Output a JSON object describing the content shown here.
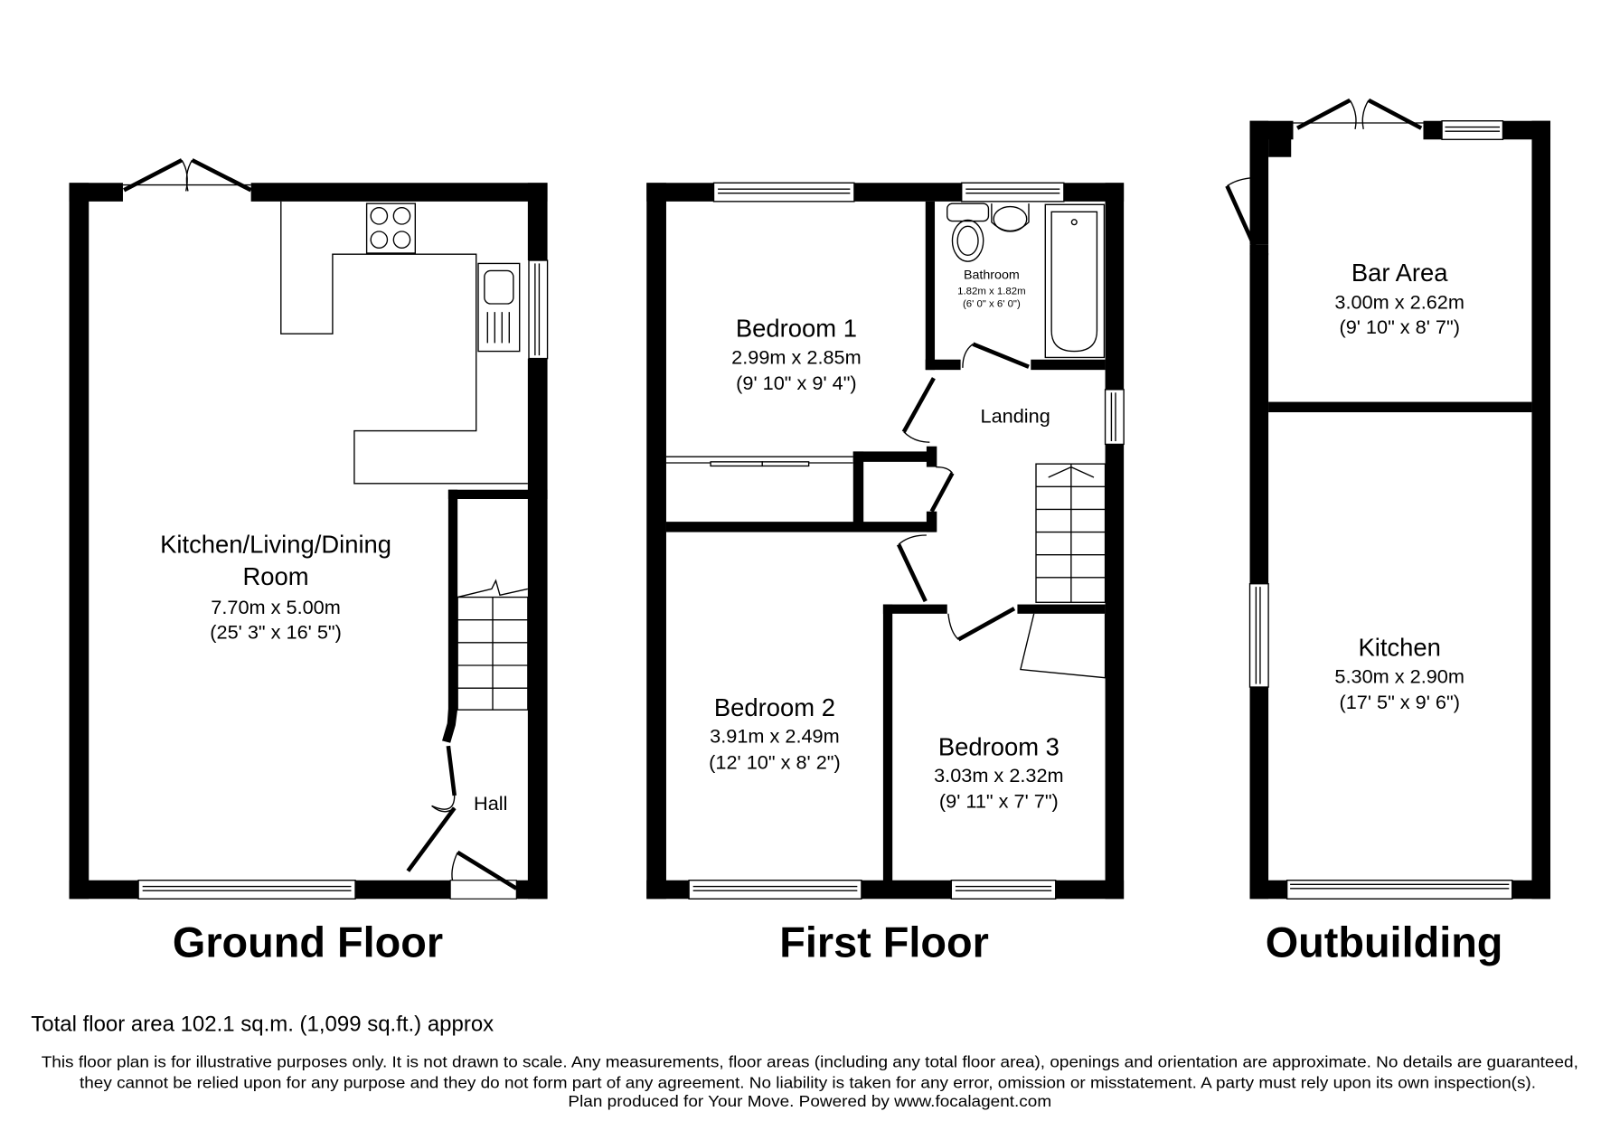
{
  "floors": {
    "ground": {
      "title": "Ground Floor",
      "rooms": [
        {
          "name_line1": "Kitchen/Living/Dining",
          "name_line2": "Room",
          "metric": "7.70m x 5.00m",
          "imperial": "(25' 3\" x 16' 5\")"
        },
        {
          "name": "Hall"
        }
      ]
    },
    "first": {
      "title": "First Floor",
      "rooms": [
        {
          "name": "Bedroom 1",
          "metric": "2.99m x 2.85m",
          "imperial": "(9' 10\" x 9' 4\")"
        },
        {
          "name": "Bathroom",
          "metric": "1.82m x 1.82m",
          "imperial": "(6' 0\" x 6' 0\")"
        },
        {
          "name": "Landing"
        },
        {
          "name": "Bedroom 2",
          "metric": "3.91m x 2.49m",
          "imperial": "(12' 10\" x 8' 2\")"
        },
        {
          "name": "Bedroom 3",
          "metric": "3.03m x 2.32m",
          "imperial": "(9' 11\" x 7' 7\")"
        }
      ]
    },
    "outbuilding": {
      "title": "Outbuilding",
      "rooms": [
        {
          "name": "Bar Area",
          "metric": "3.00m x 2.62m",
          "imperial": "(9' 10\" x 8' 7\")"
        },
        {
          "name": "Kitchen",
          "metric": "5.30m x 2.90m",
          "imperial": "(17' 5\" x 9' 6\")"
        }
      ]
    }
  },
  "footer": {
    "total_area": "Total floor area 102.1 sq.m. (1,099 sq.ft.) approx",
    "disclaimer_line1": "This floor plan is for illustrative purposes only. It is not drawn to scale. Any measurements, floor areas (including any total floor area), openings and orientation are approximate. No details are guaranteed,",
    "disclaimer_line2": "they cannot be relied upon for any purpose and they do not form part of any agreement. No liability is taken for any error, omission or misstatement. A party must rely upon its own inspection(s).",
    "credit": "Plan produced for Your Move. Powered by www.focalagent.com"
  },
  "colors": {
    "wall": "#000000",
    "background": "#ffffff"
  }
}
